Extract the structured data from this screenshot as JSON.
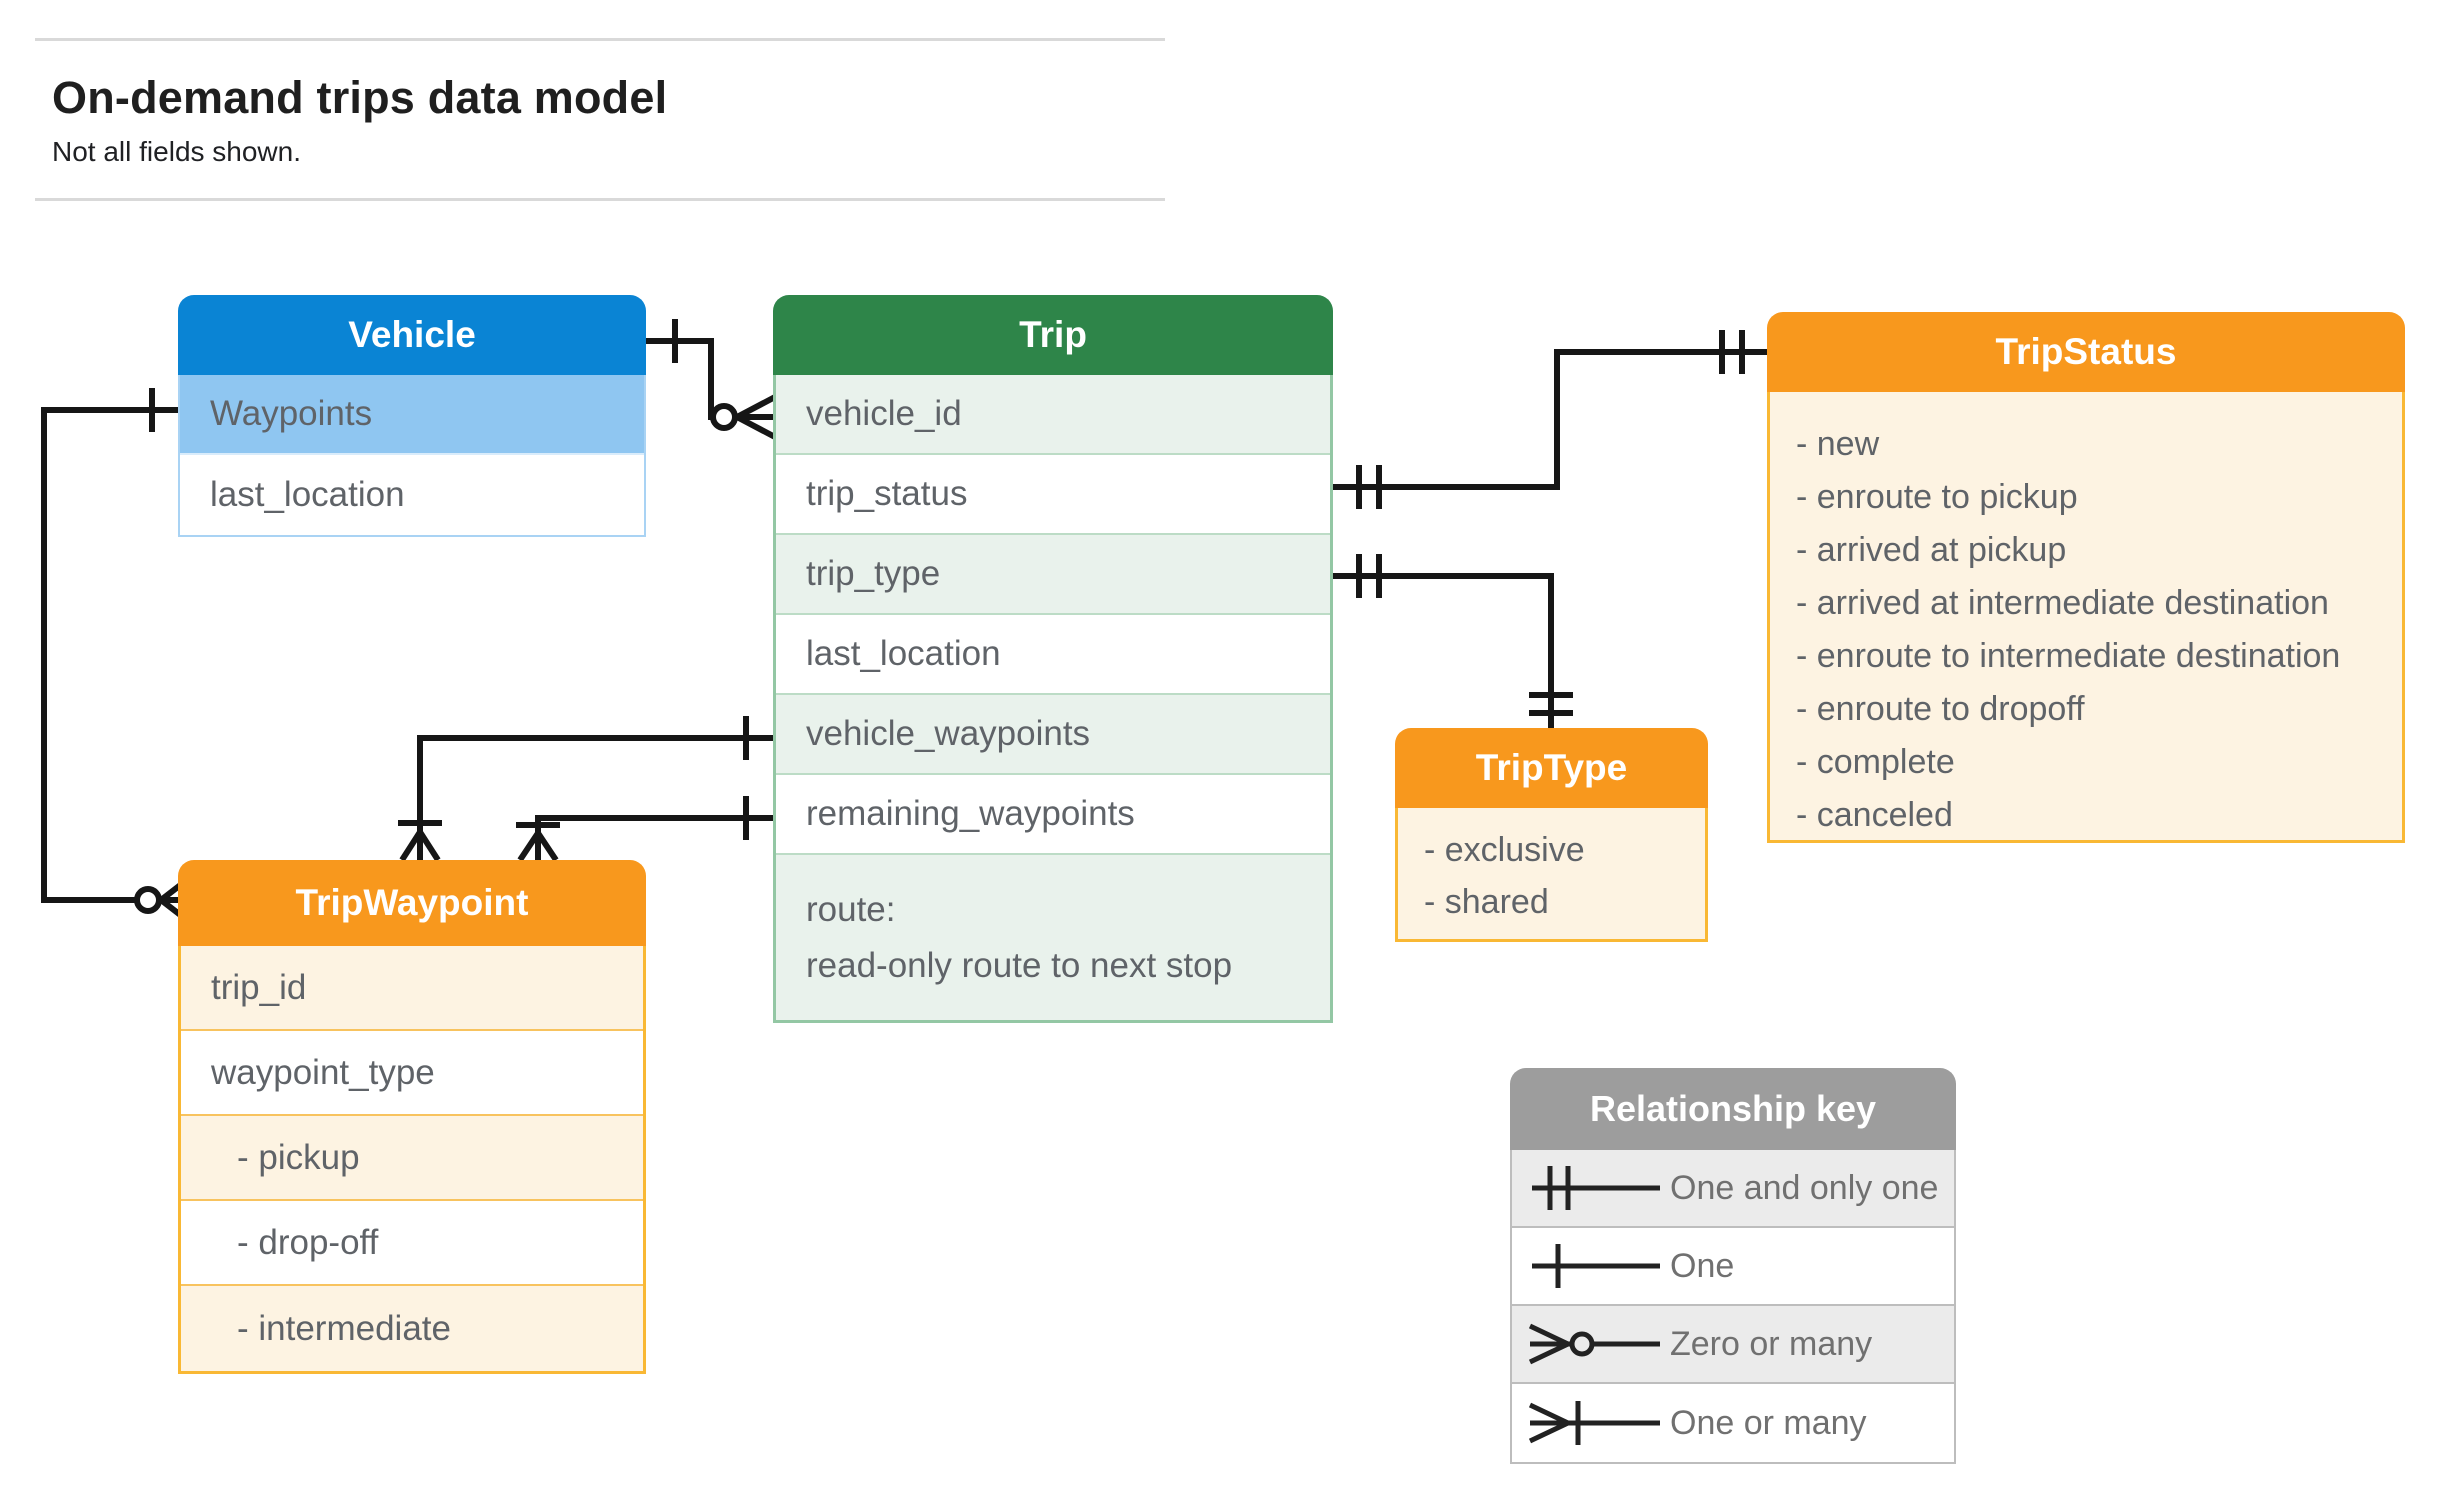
{
  "page": {
    "title": "On-demand trips data model",
    "subtitle": "Not all fields shown."
  },
  "colors": {
    "vehicle_header": "#0a84d4",
    "vehicle_highlight_row": "#8fc6f1",
    "trip_header": "#2e8549",
    "trip_row_alt": "#e9f2ec",
    "orange_header": "#f8981d",
    "orange_body": "#fdf3e2",
    "legend_header": "#9d9d9d",
    "legend_row_alt": "#ebebeb",
    "row_text": "#5f6368",
    "connector": "#161616"
  },
  "tables": {
    "vehicle": {
      "title": "Vehicle",
      "rows": [
        "Waypoints",
        "last_location"
      ]
    },
    "trip": {
      "title": "Trip",
      "rows": [
        "vehicle_id",
        "trip_status",
        "trip_type",
        "last_location",
        "vehicle_waypoints",
        "remaining_waypoints"
      ],
      "route_label": "route:",
      "route_note": "read-only route to next stop"
    },
    "trip_status": {
      "title": "TripStatus",
      "items": [
        "- new",
        "- enroute to pickup",
        "- arrived at pickup",
        "- arrived at intermediate destination",
        "- enroute to intermediate destination",
        "- enroute to dropoff",
        "- complete",
        "- canceled"
      ]
    },
    "trip_type": {
      "title": "TripType",
      "items": [
        "- exclusive",
        "- shared"
      ]
    },
    "trip_waypoint": {
      "title": "TripWaypoint",
      "rows": [
        "trip_id",
        "waypoint_type",
        "- pickup",
        "- drop-off",
        "- intermediate"
      ]
    }
  },
  "legend": {
    "title": "Relationship key",
    "items": [
      {
        "symbol": "one-and-only-one",
        "label": "One and only one"
      },
      {
        "symbol": "one",
        "label": "One"
      },
      {
        "symbol": "zero-or-many",
        "label": "Zero or many"
      },
      {
        "symbol": "one-or-many",
        "label": "One or many"
      }
    ]
  },
  "relationships": [
    {
      "from": "Vehicle",
      "to": "Trip.vehicle_id",
      "from_cardinality": "one",
      "to_cardinality": "zero-or-many"
    },
    {
      "from": "Vehicle.Waypoints",
      "to": "TripWaypoint",
      "from_cardinality": "one",
      "to_cardinality": "zero-or-many"
    },
    {
      "from": "Trip.trip_status",
      "to": "TripStatus",
      "from_cardinality": "one-and-only-one",
      "to_cardinality": "one-and-only-one"
    },
    {
      "from": "Trip.trip_type",
      "to": "TripType",
      "from_cardinality": "one-and-only-one",
      "to_cardinality": "one-and-only-one"
    },
    {
      "from": "Trip.vehicle_waypoints",
      "to": "TripWaypoint",
      "from_cardinality": "one",
      "to_cardinality": "one-or-many"
    },
    {
      "from": "Trip.remaining_waypoints",
      "to": "TripWaypoint",
      "from_cardinality": "one",
      "to_cardinality": "one-or-many"
    }
  ]
}
